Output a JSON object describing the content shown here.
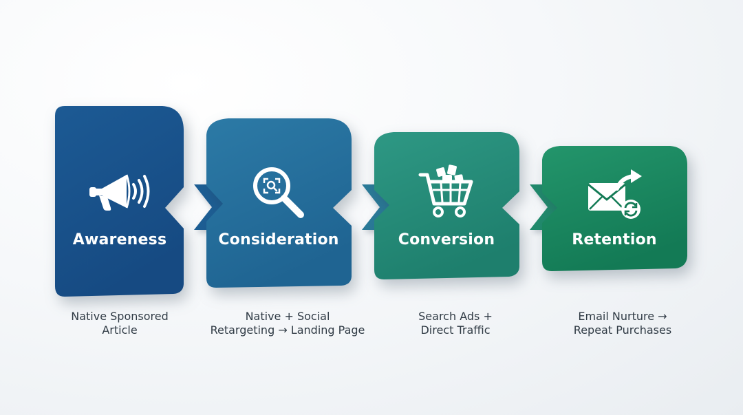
{
  "stages": [
    {
      "title": "Awareness",
      "icon": "megaphone-icon",
      "caption_line1": "Native Sponsored",
      "caption_line2": "Article",
      "color_top": "#1c5a94",
      "color_bottom": "#174a82"
    },
    {
      "title": "Consideration",
      "icon": "magnifier-icon",
      "caption_line1": "Native + Social",
      "caption_line2": "Retargeting → Landing Page",
      "color_top": "#2c7aa6",
      "color_bottom": "#1f6492"
    },
    {
      "title": "Conversion",
      "icon": "shopping-cart-icon",
      "caption_line1": "Search Ads +",
      "caption_line2": "Direct Traffic",
      "color_top": "#2e9884",
      "color_bottom": "#1e7f6d"
    },
    {
      "title": "Retention",
      "icon": "email-refresh-icon",
      "caption_line1": "Email Nurture →",
      "caption_line2": "Repeat Purchases",
      "color_top": "#23956b",
      "color_bottom": "#137a55"
    }
  ],
  "connector_colors": [
    "#1d5e94",
    "#2a7a98",
    "#218a6c"
  ]
}
